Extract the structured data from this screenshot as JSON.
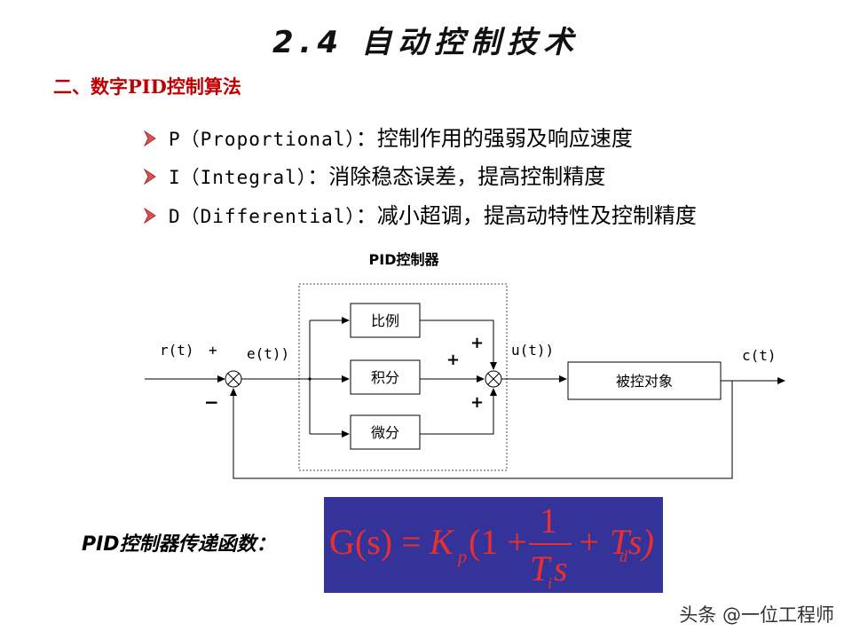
{
  "title": "2.4 自动控制技术",
  "subtitle": "二、数字PID控制算法",
  "bullets": [
    {
      "code": "P（Proportional）",
      "desc": "：控制作用的强弱及响应速度"
    },
    {
      "code": "I（Integral）",
      "desc": "：消除稳态误差，提高控制精度"
    },
    {
      "code": "D（Differential）",
      "desc": "：减小超调，提高动特性及控制精度"
    }
  ],
  "diagram": {
    "controller_label": "PID控制器",
    "blocks": {
      "p": "比例",
      "i": "积分",
      "d": "微分",
      "plant": "被控对象"
    },
    "signals": {
      "r": "r(t)",
      "plus_r": "+",
      "minus": "−",
      "e": "e(t))",
      "u": "u(t))",
      "c": "c(t)"
    },
    "signs": {
      "top": "+",
      "mid": "+",
      "bottom": "+"
    }
  },
  "formula": {
    "label": "PID控制器传递函数：",
    "lhs": "G(s) =",
    "kp": "K",
    "kp_sub": "p",
    "one_open": "(1 +",
    "numerator": "1",
    "den_t": "T",
    "den_sub": "i",
    "den_s": "s",
    "plus_td": "+ T",
    "td_sub": "d",
    "tail": "s)"
  },
  "watermark": "头条 @一位工程师",
  "colors": {
    "accent_red": "#c00000",
    "formula_bg": "#33339a",
    "formula_text": "#e83030",
    "arrow_fill": "#e05050"
  }
}
